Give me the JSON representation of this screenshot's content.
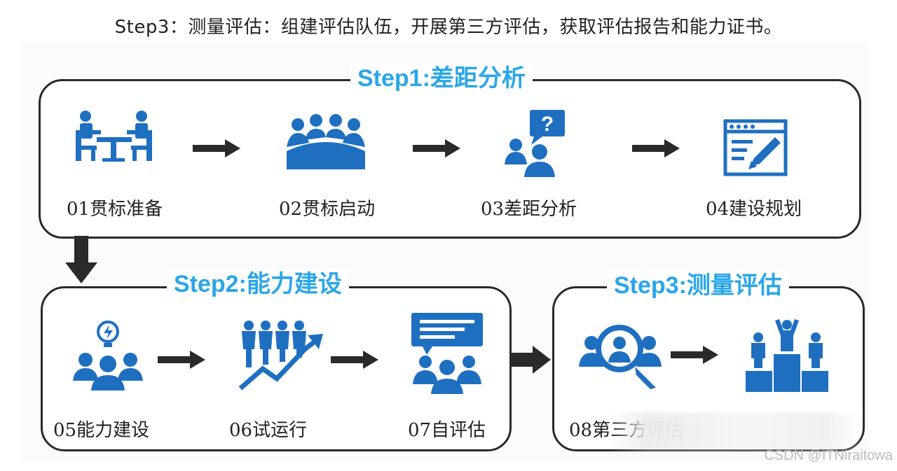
{
  "caption": "Step3：测量评估：组建评估队伍，开展第三方评估，获取评估报告和能力证书。",
  "stages": [
    {
      "title": "Step1:差距分析"
    },
    {
      "title": "Step2:能力建设"
    },
    {
      "title": "Step3:测量评估"
    }
  ],
  "steps": [
    {
      "label": "01贯标准备",
      "icon": "meeting-table-icon"
    },
    {
      "label": "02贯标启动",
      "icon": "group-meeting-icon"
    },
    {
      "label": "03差距分析",
      "icon": "question-people-icon"
    },
    {
      "label": "04建设规划",
      "icon": "plan-document-icon"
    },
    {
      "label": "05能力建设",
      "icon": "idea-team-icon"
    },
    {
      "label": "06试运行",
      "icon": "growth-team-icon"
    },
    {
      "label": "07自评估",
      "icon": "feedback-team-icon"
    },
    {
      "label": "08第三方评估",
      "icon": "search-team-icon"
    },
    {
      "label": "",
      "icon": "podium-winners-icon"
    }
  ],
  "watermark": "CSDN @ITNiraitowa",
  "colors": {
    "icon": "#1f6fc1",
    "accent": "#2aa6e8",
    "border": "#2a2a2a"
  }
}
